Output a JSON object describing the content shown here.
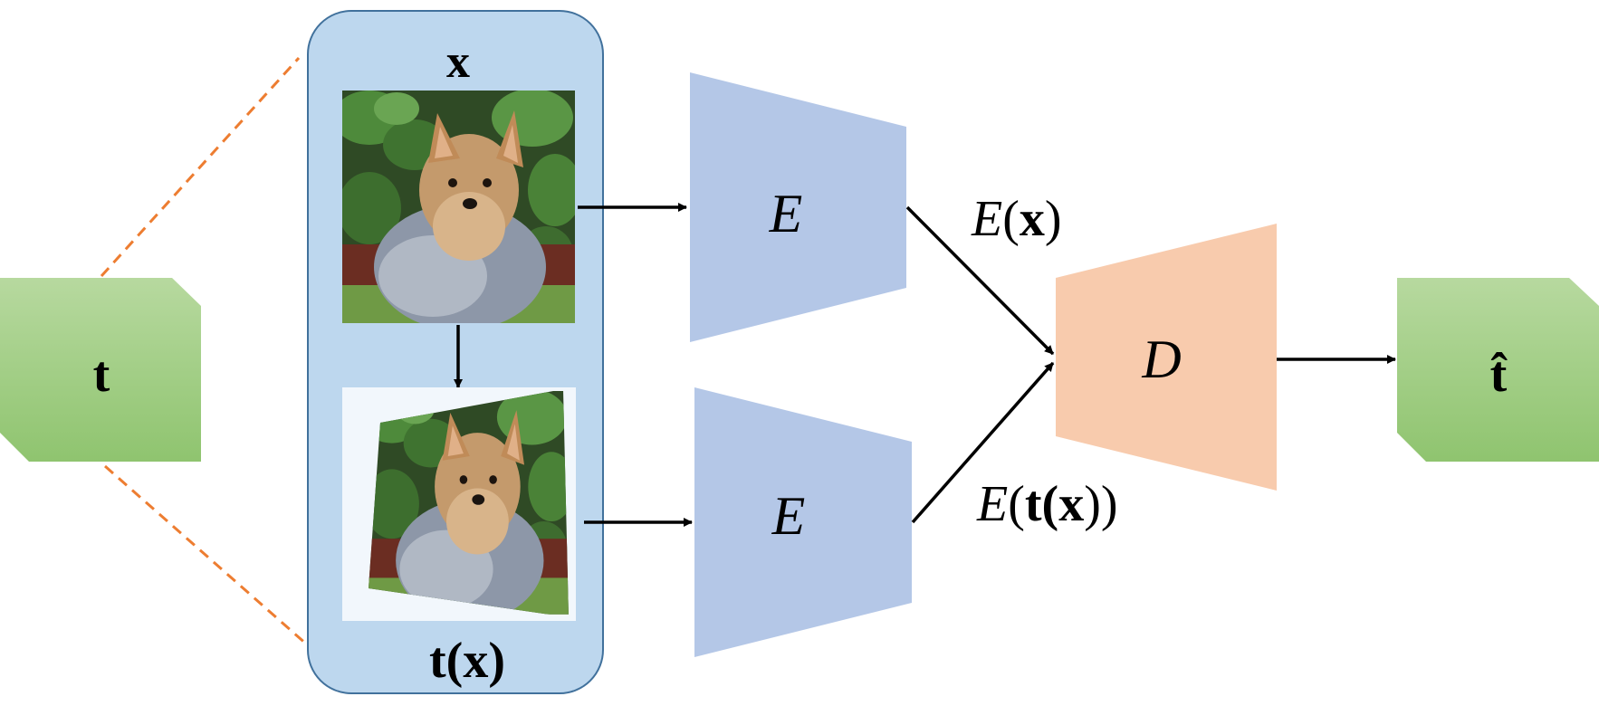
{
  "nodes": {
    "t_input": {
      "label": "t",
      "color": "#a9d18e"
    },
    "t_output": {
      "label": "t̂",
      "color": "#a9d18e"
    },
    "input_panel": {
      "color": "#bdd7ee",
      "image_top_label": "x",
      "image_bottom_label": "t(x)"
    },
    "encoder_top": {
      "label": "E",
      "color": "#b4c7e7"
    },
    "encoder_bottom": {
      "label": "E",
      "color": "#b4c7e7"
    },
    "decoder": {
      "label": "D",
      "color": "#f8cbad"
    }
  },
  "edge_labels": {
    "ex": {
      "fn": "E",
      "open": "(",
      "arg": "x",
      "close": ")"
    },
    "etx": {
      "fn": "E",
      "open": "(",
      "arg1": "t",
      "open2": "(",
      "arg2": "x",
      "close": "))"
    }
  },
  "colors": {
    "dashed_lines": "#ed7d31",
    "arrows": "#000000"
  },
  "images": {
    "original": "dog-photo-icon",
    "transformed": "transformed-dog-photo-icon"
  }
}
